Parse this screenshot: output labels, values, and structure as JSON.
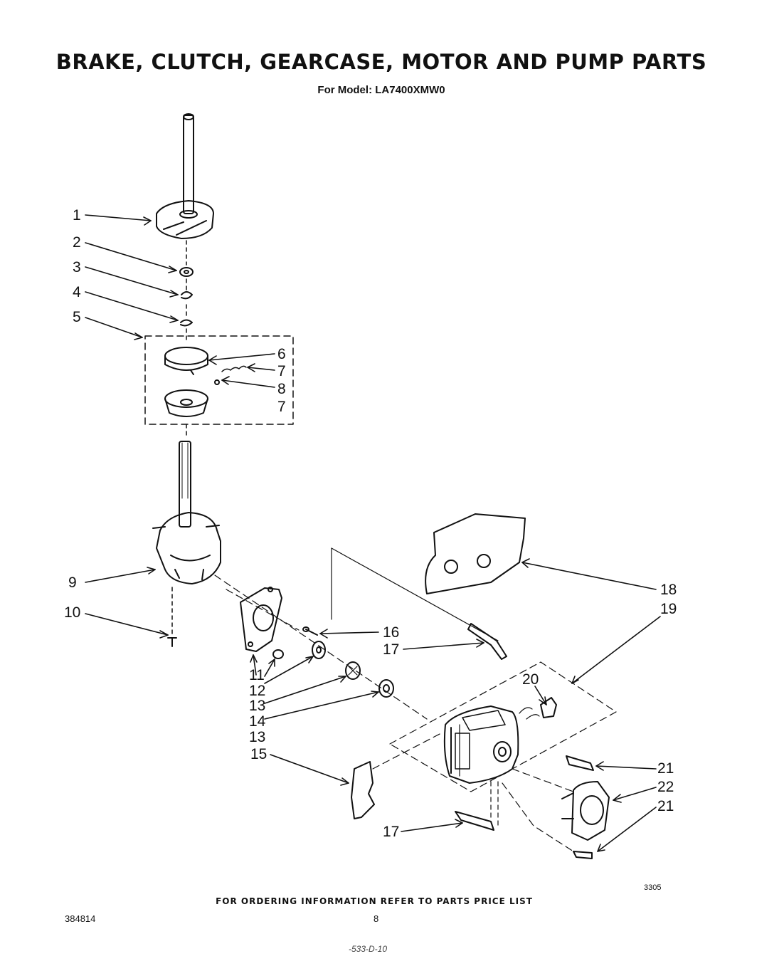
{
  "header": {
    "title": "BRAKE, CLUTCH, GEARCASE, MOTOR AND PUMP PARTS",
    "subtitle": "For Model: LA7400XMW0"
  },
  "callouts": [
    "1",
    "2",
    "3",
    "4",
    "5",
    "6",
    "7",
    "8",
    "7",
    "9",
    "10",
    "11",
    "12",
    "13",
    "14",
    "13",
    "15",
    "16",
    "17",
    "18",
    "19",
    "20",
    "21",
    "22",
    "21",
    "17"
  ],
  "footer": {
    "ordering_note": "FOR ORDERING INFORMATION REFER TO PARTS PRICE LIST",
    "doc_number": "384814",
    "page_number": "8",
    "diagram_code": "3305",
    "scribble": "-533-D-10"
  }
}
